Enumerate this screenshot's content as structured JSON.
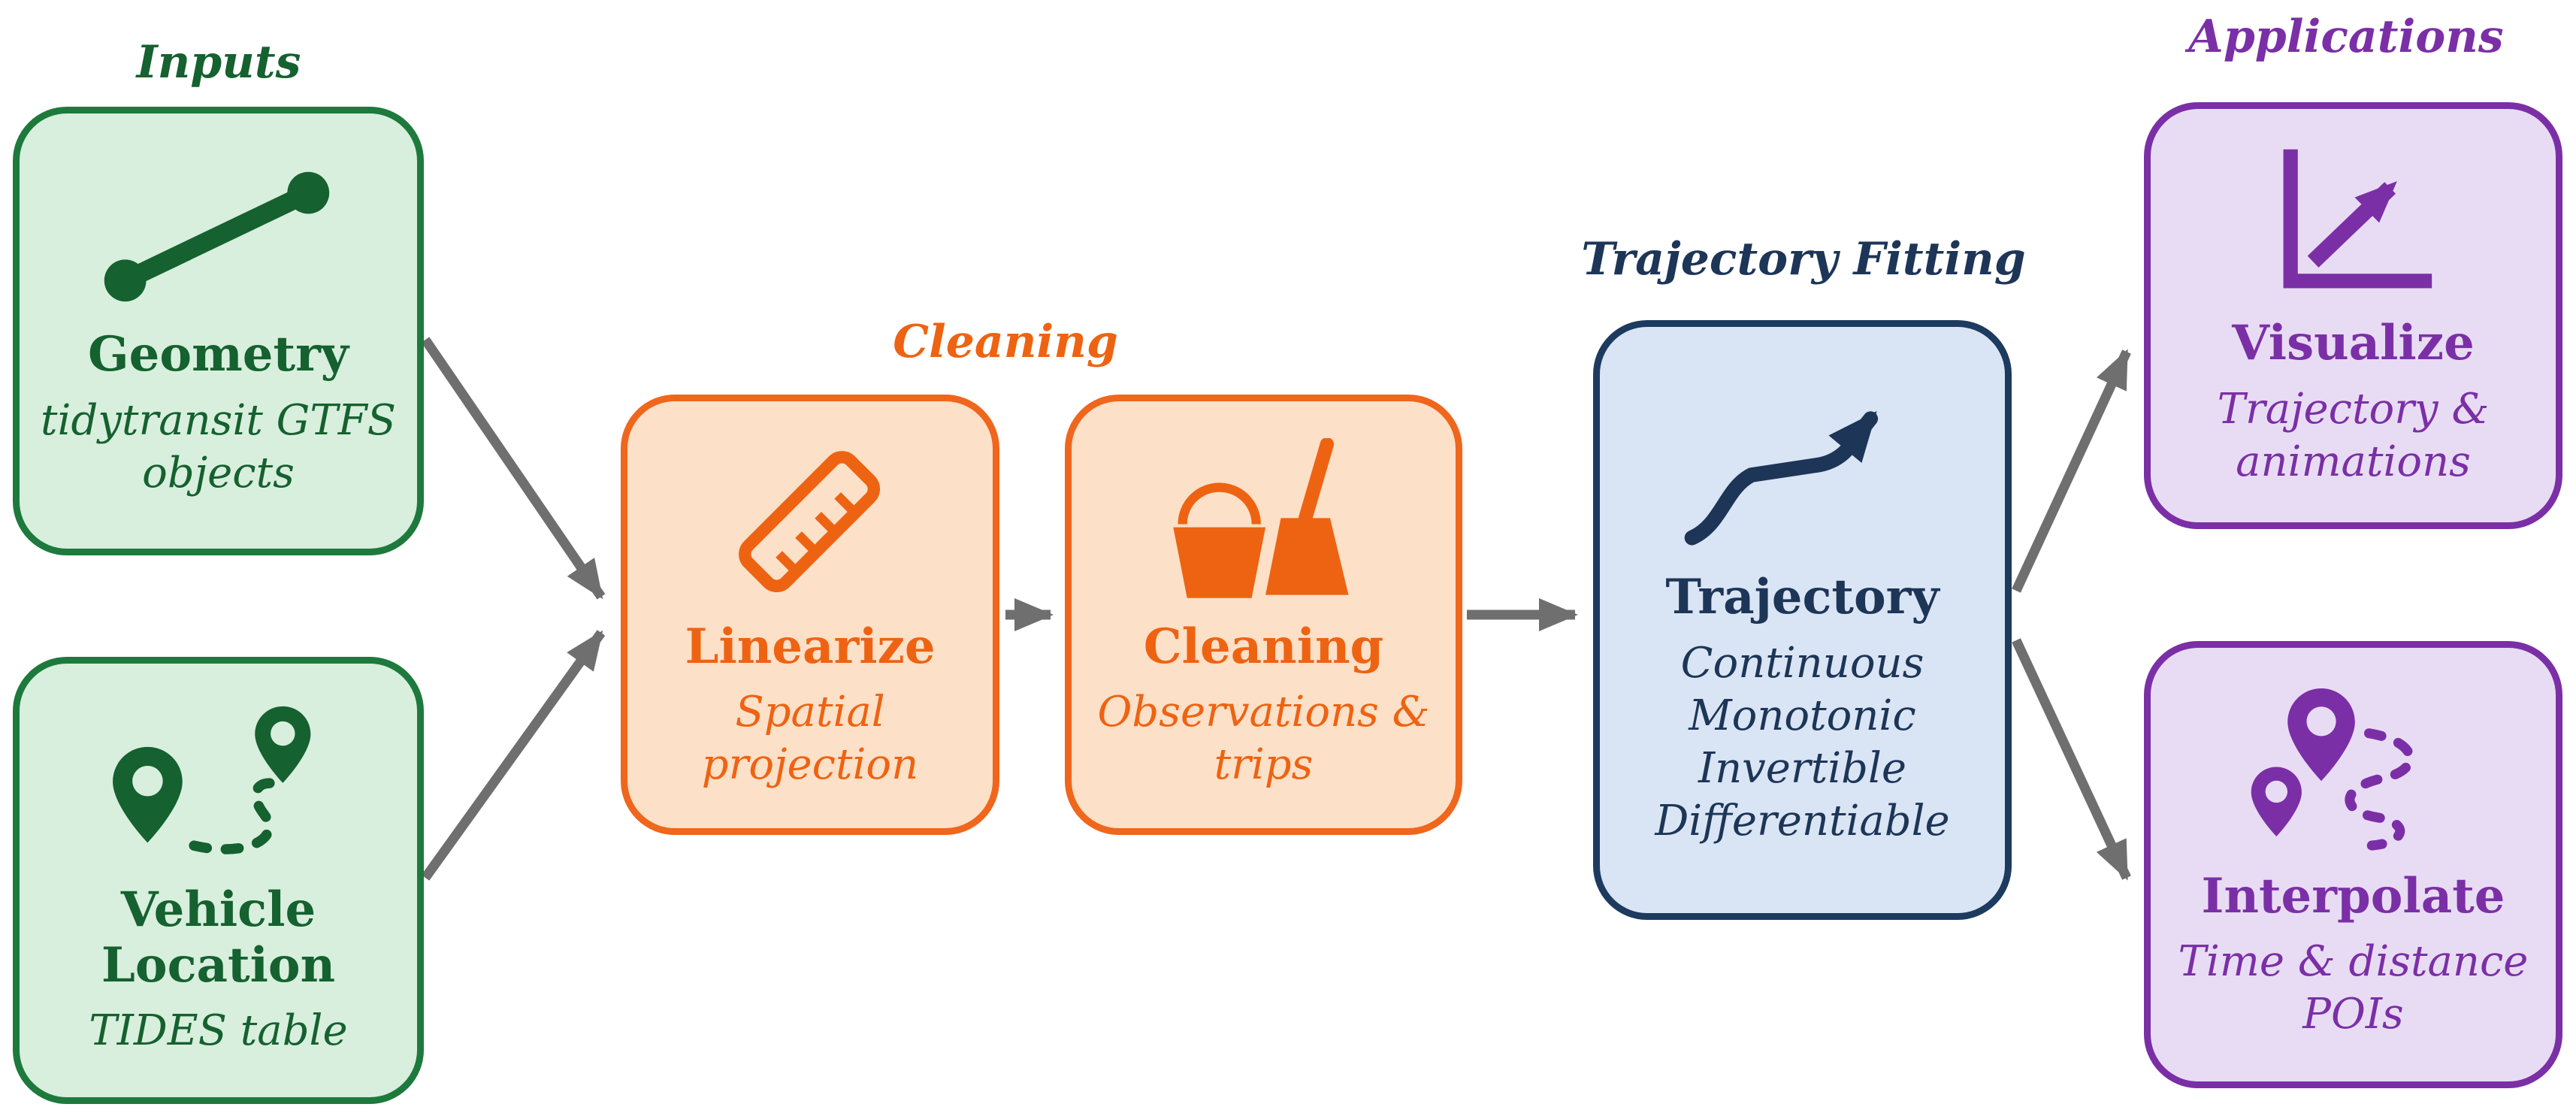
{
  "sections": {
    "inputs": {
      "label": "Inputs",
      "color": "#15612f"
    },
    "cleaning": {
      "label": "Cleaning",
      "color": "#ee6312"
    },
    "trajectory_fitting": {
      "label": "Trajectory Fitting",
      "color": "#1d3557"
    },
    "applications": {
      "label": "Applications",
      "color": "#7b2fa6"
    }
  },
  "nodes": {
    "geometry": {
      "title": "Geometry",
      "subtitle": [
        "tidytransit GTFS",
        "objects"
      ],
      "icon": "line-segment-icon"
    },
    "vehicle_location": {
      "title": [
        "Vehicle",
        "Location"
      ],
      "subtitle": [
        "TIDES table"
      ],
      "icon": "map-pins-route-icon"
    },
    "linearize": {
      "title": "Linearize",
      "subtitle": [
        "Spatial",
        "projection"
      ],
      "icon": "ruler-icon"
    },
    "cleaning": {
      "title": "Cleaning",
      "subtitle": [
        "Observations &",
        "trips"
      ],
      "icon": "broom-bucket-icon"
    },
    "trajectory": {
      "title": "Trajectory",
      "subtitle": [
        "Continuous",
        "Monotonic",
        "Invertible",
        "Differentiable"
      ],
      "icon": "rising-curve-arrow-icon"
    },
    "visualize": {
      "title": "Visualize",
      "subtitle": [
        "Trajectory &",
        "animations"
      ],
      "icon": "chart-axes-arrow-icon"
    },
    "interpolate": {
      "title": "Interpolate",
      "subtitle": [
        "Time & distance",
        "POIs"
      ],
      "icon": "map-pins-route-icon"
    }
  },
  "colors": {
    "green_fill": "#d8efdd",
    "green_border": "#1d7a3c",
    "green_text": "#15612f",
    "orange_fill": "#fce0c8",
    "orange_border": "#f0661c",
    "orange_text": "#ee6312",
    "blue_fill": "#d9e5f4",
    "blue_border": "#1d3a5f",
    "blue_text": "#1d3557",
    "purple_fill": "#e8dcf4",
    "purple_border": "#7b2fa6",
    "purple_text": "#7b2fa6",
    "arrow": "#6f6f6f"
  }
}
